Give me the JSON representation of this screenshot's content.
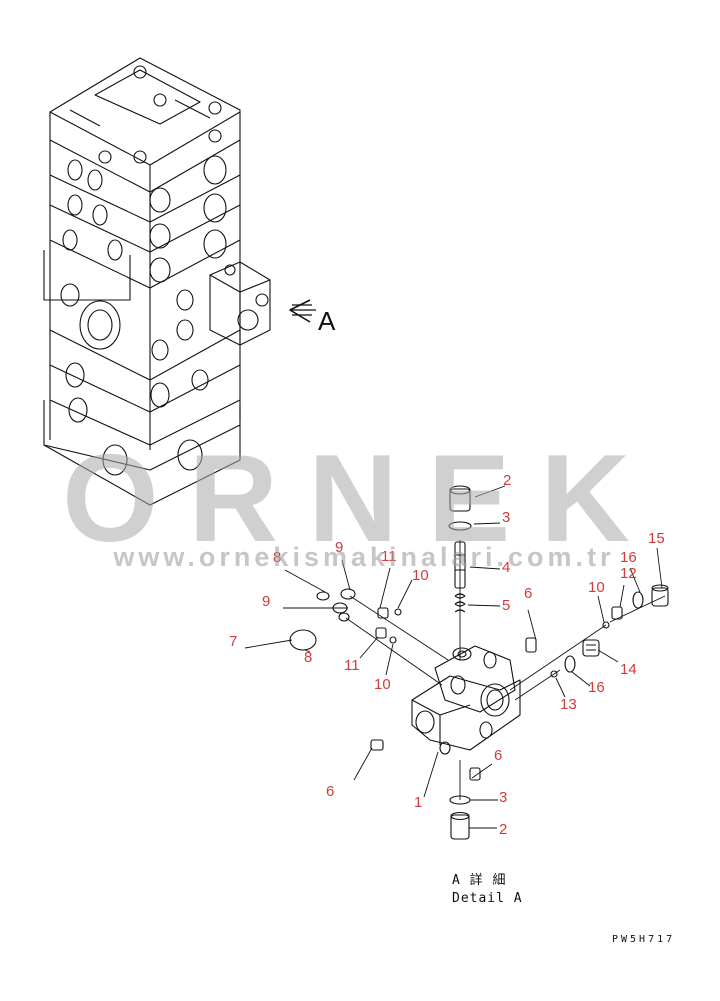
{
  "view_marker": "A",
  "callouts": [
    {
      "id": "c-2-top",
      "num": "2"
    },
    {
      "id": "c-3-top",
      "num": "3"
    },
    {
      "id": "c-4",
      "num": "4"
    },
    {
      "id": "c-5",
      "num": "5"
    },
    {
      "id": "c-6-top",
      "num": "6"
    },
    {
      "id": "c-8-top",
      "num": "8"
    },
    {
      "id": "c-9-top",
      "num": "9"
    },
    {
      "id": "c-9-left",
      "num": "9"
    },
    {
      "id": "c-11-top",
      "num": "11"
    },
    {
      "id": "c-10-top",
      "num": "10"
    },
    {
      "id": "c-7",
      "num": "7"
    },
    {
      "id": "c-8-low",
      "num": "8"
    },
    {
      "id": "c-11-low",
      "num": "11"
    },
    {
      "id": "c-10-low",
      "num": "10"
    },
    {
      "id": "c-10-right",
      "num": "10"
    },
    {
      "id": "c-12",
      "num": "12"
    },
    {
      "id": "c-16-top",
      "num": "16"
    },
    {
      "id": "c-15",
      "num": "15"
    },
    {
      "id": "c-14",
      "num": "14"
    },
    {
      "id": "c-16-low",
      "num": "16"
    },
    {
      "id": "c-13",
      "num": "13"
    },
    {
      "id": "c-6-left",
      "num": "6"
    },
    {
      "id": "c-1",
      "num": "1"
    },
    {
      "id": "c-6-low",
      "num": "6"
    },
    {
      "id": "c-3-low",
      "num": "3"
    },
    {
      "id": "c-2-low",
      "num": "2"
    }
  ],
  "caption": {
    "jp": "A 詳 細",
    "en": "Detail A"
  },
  "drawing_code": "PW5H717",
  "watermark": {
    "brand": "ORNEK",
    "url": "www.ornekismakinalari.com.tr"
  },
  "colors": {
    "label": "#d23b3b",
    "line": "#111111",
    "watermark": "#aaaaaa"
  }
}
